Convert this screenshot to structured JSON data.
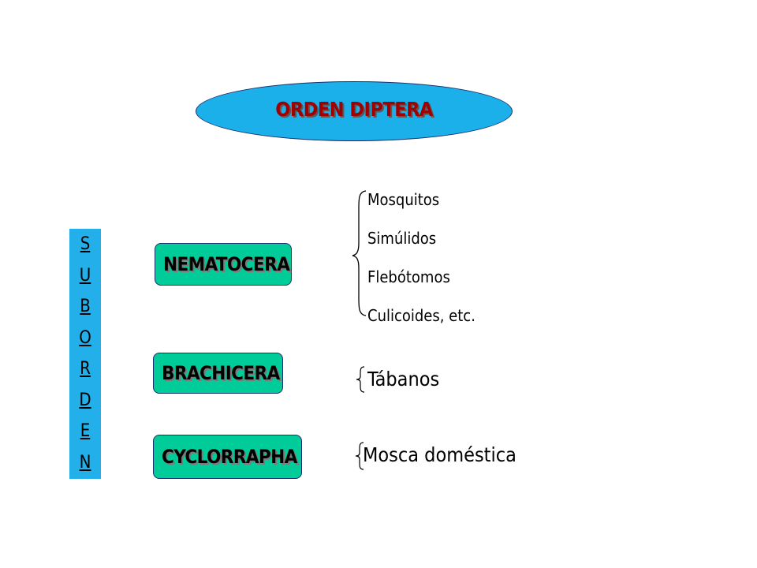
{
  "title": "ORDEN DIPTERA",
  "suborden_letters": [
    "S",
    "U",
    "B",
    "O",
    "R",
    "D",
    "E",
    "N"
  ],
  "suborders": [
    {
      "label": "NEMATOCERA",
      "examples": [
        "Mosquitos",
        "Simúlidos",
        "Flebótomos",
        "Culicoides, etc."
      ]
    },
    {
      "label": "BRACHICERA",
      "examples": [
        "Tábanos"
      ]
    },
    {
      "label": "CYCLORRAPHA",
      "examples": [
        "Mosca doméstica"
      ]
    }
  ],
  "colors": {
    "title_fill": "#1cb0ea",
    "title_text": "#a00000",
    "suborden_fill": "#23afe9",
    "box_fill": "#00cc99",
    "outline": "#1a2d6b"
  }
}
